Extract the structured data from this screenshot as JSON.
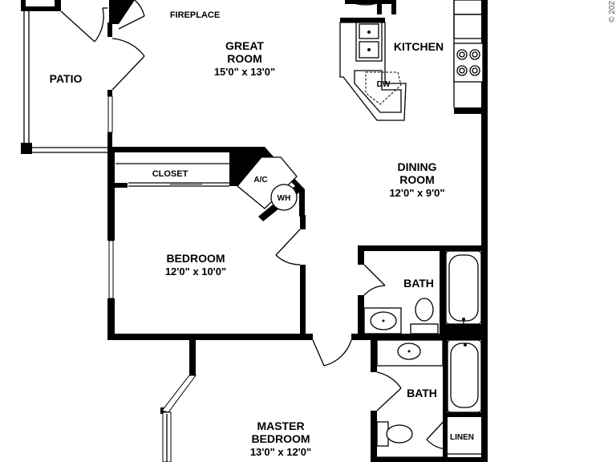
{
  "rooms": {
    "fireplace": "FIREPLACE",
    "great_room": {
      "name_line1": "GREAT",
      "name_line2": "ROOM",
      "size": "15'0\" x 13'0\""
    },
    "patio": "PATIO",
    "kitchen": "KITCHEN",
    "dishwasher": "DW",
    "dining": {
      "name_line1": "DINING",
      "name_line2": "ROOM",
      "size": "12'0\" x 9'0\""
    },
    "closet": "CLOSET",
    "ac": "A/C",
    "water_heater": "WH",
    "bedroom": {
      "name": "BEDROOM",
      "size": "12'0\" x 10'0\""
    },
    "bath1": "BATH",
    "bath2": "BATH",
    "linen": "LINEN",
    "master": {
      "name_line1": "MASTER",
      "name_line2": "BEDROOM",
      "size": "13'0\" x 12'0\""
    }
  },
  "copyright": "© 202"
}
